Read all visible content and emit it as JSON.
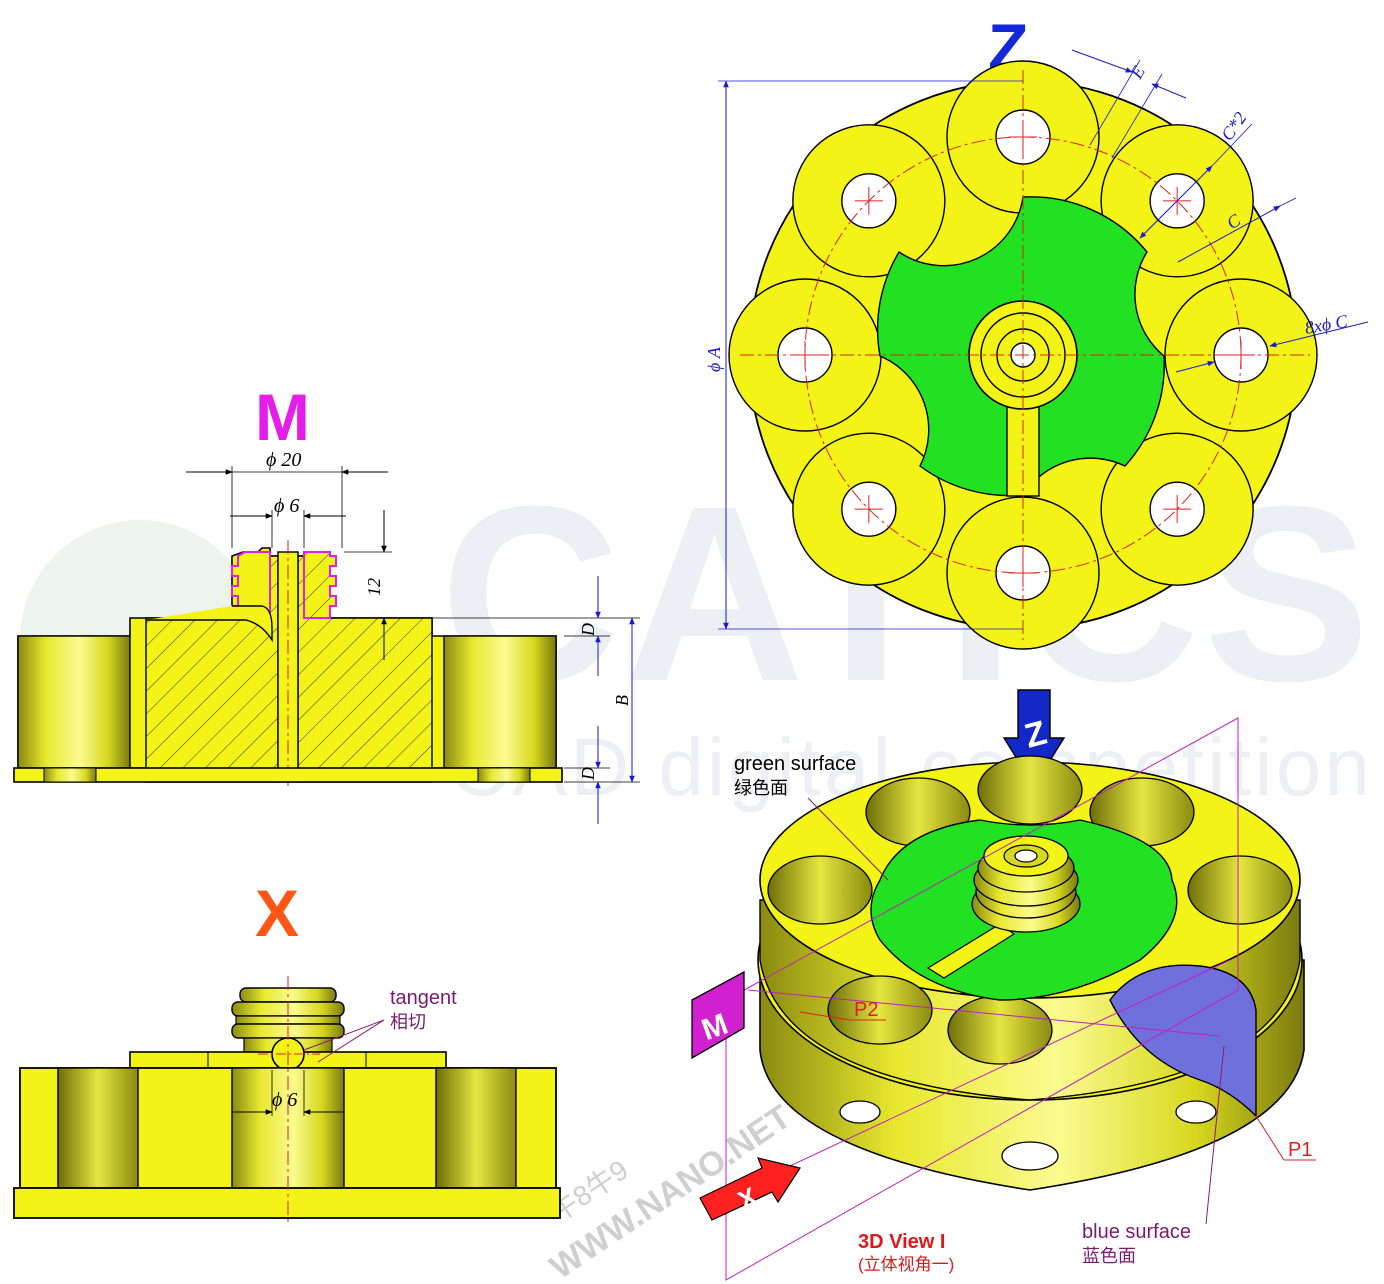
{
  "views": {
    "m_letter": "M",
    "x_letter": "X",
    "z_letter": "Z"
  },
  "section_m": {
    "dim_phi20": "ϕ 20",
    "dim_phi6": "ϕ 6",
    "dim_12": "12",
    "dim_d_top": "D",
    "dim_b": "B",
    "dim_d_bottom": "D"
  },
  "view_x": {
    "tangent_en": "tangent",
    "tangent_zh": "相切",
    "dim_phi6": "ϕ 6"
  },
  "view_z": {
    "dim_phiA": "ϕ A",
    "dim_E": "E",
    "dim_C2": "C*2",
    "dim_C": "C",
    "dim_8xC": "8xϕ C"
  },
  "view_3d": {
    "green_en": "green surface",
    "green_zh": "绿色面",
    "p1": "P1",
    "p2": "P2",
    "blue_en": "blue surface",
    "blue_zh": "蓝色面",
    "title": "3D View I",
    "title_zh": "(立体视角一)",
    "tag_m": "M",
    "tag_z": "Z",
    "tag_x": "X"
  },
  "watermark": {
    "brand": "CATICS",
    "tagline": "CAD digital competition",
    "site": "WWW.NANO.NET",
    "cn": "牛8牛9"
  },
  "colors": {
    "yellow": "#f3f318",
    "green": "#22e022",
    "blue": "#7070dd",
    "magenta": "#e41de8",
    "orange": "#ff5515",
    "z_blue": "#1428d8",
    "dim_blue": "#1a1ad0",
    "center_red": "#dd2020"
  }
}
